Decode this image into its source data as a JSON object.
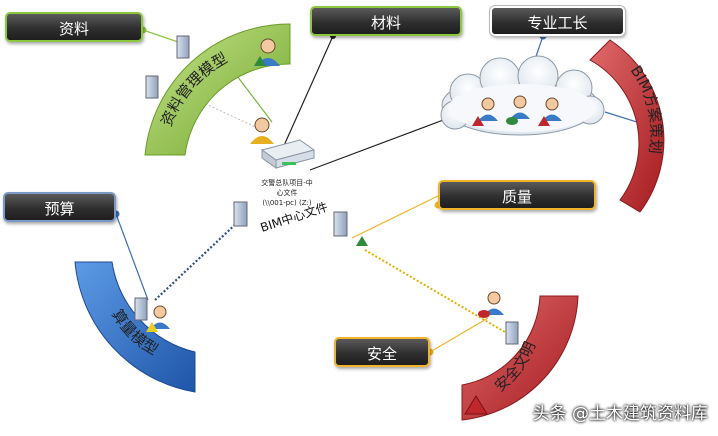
{
  "labels": {
    "docs": "资料",
    "materials": "材料",
    "foreman": "专业工长",
    "budget": "预算",
    "quality": "质量",
    "safety": "安全"
  },
  "arcs": {
    "doc_model": "资料管理模型",
    "bim_plan": "BIM方案策划",
    "qty_model": "算量模型",
    "safety_civil": "安全文明"
  },
  "center": {
    "server_line1": "交警总队项目-中",
    "server_line2": "心文件",
    "server_line3": "(\\\\001-pc) (Z:)",
    "bim_center": "BIM中心文件"
  },
  "watermark": "头条 @土木建筑资料库",
  "colors": {
    "green": "#8dc63f",
    "red": "#c0272d",
    "blue": "#2f6fc7",
    "gold": "#f0b429",
    "dark": "#2f2f2f"
  }
}
